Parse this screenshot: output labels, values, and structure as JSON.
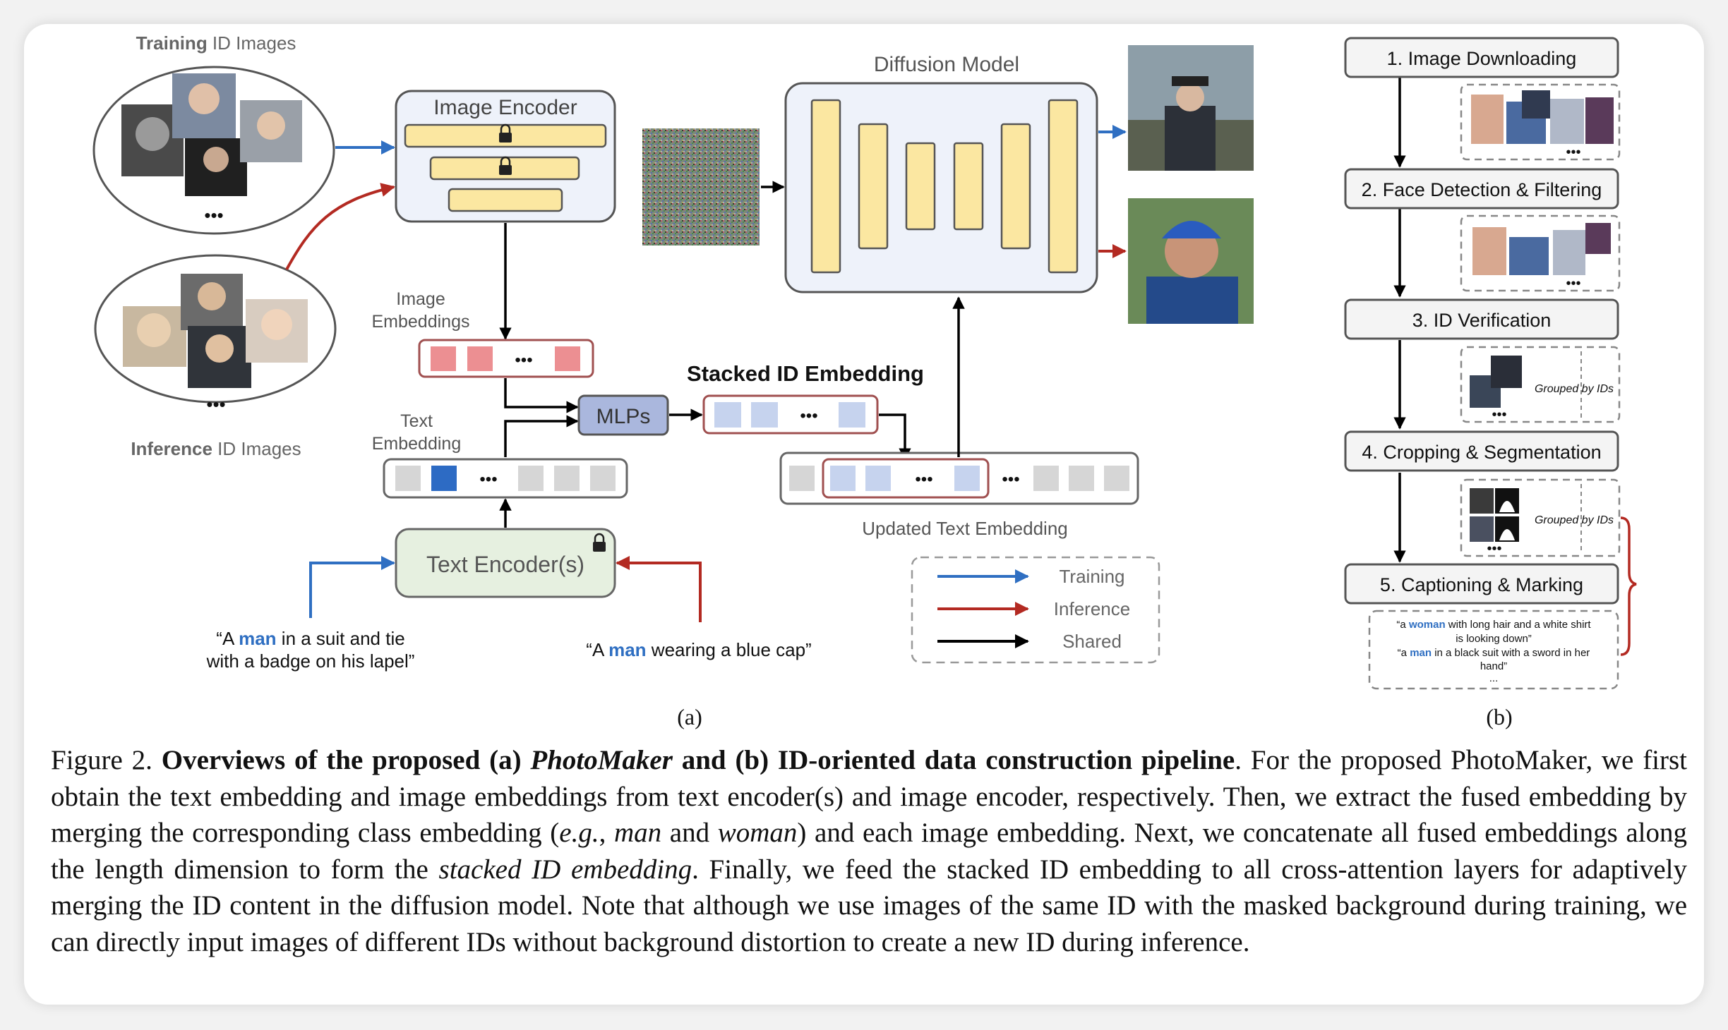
{
  "diagram_a": {
    "training_images_label_bold": "Training",
    "training_images_label_rest": " ID Images",
    "inference_images_label_bold": "Inference",
    "inference_images_label_rest": " ID Images",
    "ellipsis": "•••",
    "image_encoder": "Image Encoder",
    "image_embeddings_line1": "Image",
    "image_embeddings_line2": "Embeddings",
    "text_embedding_line1": "Text",
    "text_embedding_line2": "Embedding",
    "mlps": "MLPs",
    "stacked_id_embedding": "Stacked ID Embedding",
    "diffusion_model": "Diffusion Model",
    "updated_text_embedding": "Updated Text Embedding",
    "text_encoder": "Text Encoder(s)",
    "prompt_training_line1_pre": "“A ",
    "prompt_training_line1_class": "man",
    "prompt_training_line1_post": " in a suit and tie",
    "prompt_training_line2": "with a badge on his lapel”",
    "prompt_inference_pre": "“A ",
    "prompt_inference_class": "man",
    "prompt_inference_post": " wearing a blue cap”",
    "legend": [
      "Training",
      "Inference",
      "Shared"
    ],
    "label": "(a)"
  },
  "diagram_b": {
    "steps": [
      "1. Image Downloading",
      "2. Face Detection & Filtering",
      "3. ID Verification",
      "4. Cropping & Segmentation",
      "5. Captioning & Marking"
    ],
    "grouped_by_ids": "Grouped by IDs",
    "caption_line1_pre": "“a ",
    "caption_line1_class": "woman",
    "caption_line1_post": " with long hair and a white shirt",
    "caption_line2": "is looking down”",
    "caption_line3_pre": "“a ",
    "caption_line3_class": "man",
    "caption_line3_post": " in a black suit with a sword in her",
    "caption_line4": "hand”",
    "caption_more": "...",
    "label": "(b)"
  },
  "colors": {
    "training_arrow": "#2f6fc2",
    "inference_arrow": "#b32a22",
    "shared_arrow": "#000000",
    "encoder_box_fill": "#eef2fa",
    "frozen_layer_fill": "#fbe7a1",
    "image_embedding_fill": "#ec8f92",
    "text_token_grey": "#d6d6d6",
    "text_token_blue": "#2d6bc4",
    "stacked_token_fill": "#c6d3ee",
    "mlp_fill": "#aab7dd",
    "text_encoder_fill": "#e6f0e0"
  },
  "caption": {
    "figure_label": "Figure 2.",
    "bold_1": "Overviews of the proposed (a) ",
    "bold_italic": "PhotoMaker",
    "bold_2": " and (b) ID-oriented data construction pipeline",
    "text_1": ". For the proposed PhotoMaker, we first obtain the text embedding and image embeddings from text encoder(s) and image encoder, respectively. Then, we extract the fused embedding by merging the corresponding class embedding (",
    "italic_eg": "e.g.",
    "text_2": ", ",
    "italic_man": "man",
    "text_3": " and ",
    "italic_woman": "woman",
    "text_4": ") and each image embedding. Next, we concatenate all fused embeddings along the length dimension to form the ",
    "italic_stacked": "stacked ID embedding",
    "text_5": ". Finally, we feed the stacked ID embedding to all cross-attention layers for adaptively merging the ID content in the diffusion model. Note that although we use images of the same ID with the masked background during training, we can directly input images of different IDs without background distortion to create a new ID during inference."
  }
}
